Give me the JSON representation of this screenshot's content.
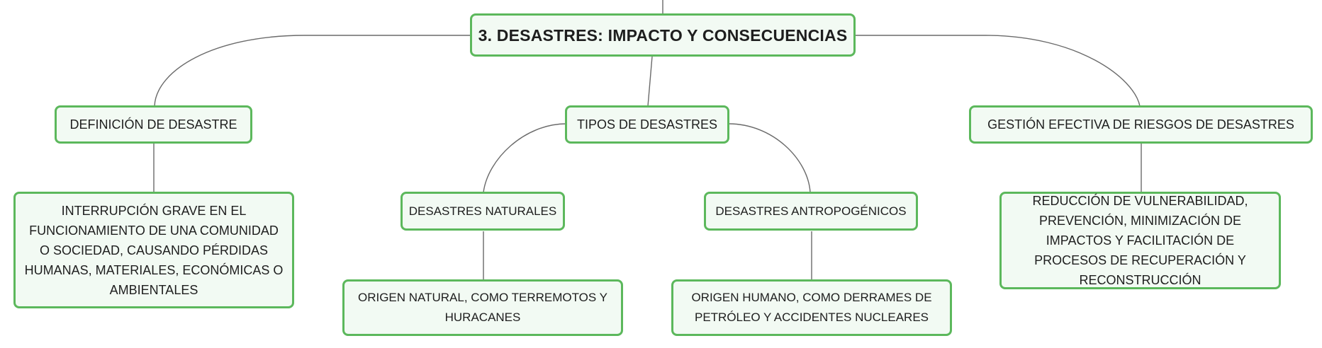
{
  "diagram": {
    "title": "3. DESASTRES: IMPACTO Y CONSECUENCIAS",
    "branches": {
      "definicion": {
        "label": "DEFINICIÓN DE DESASTRE",
        "detail": "INTERRUPCIÓN GRAVE EN EL FUNCIONAMIENTO DE UNA COMUNIDAD O SOCIEDAD, CAUSANDO PÉRDIDAS HUMANAS, MATERIALES, ECONÓMICAS O AMBIENTALES"
      },
      "tipos": {
        "label": "TIPOS DE DESASTRES",
        "naturales": {
          "label": "DESASTRES NATURALES",
          "detail": "ORIGEN NATURAL, COMO TERREMOTOS Y HURACANES"
        },
        "antropogenicos": {
          "label": "DESASTRES ANTROPOGÉNICOS",
          "detail": "ORIGEN HUMANO, COMO DERRAMES DE PETRÓLEO Y ACCIDENTES NUCLEARES"
        }
      },
      "gestion": {
        "label": "GESTIÓN EFECTIVA DE RIESGOS DE DESASTRES",
        "detail": "REDUCCIÓN DE VULNERABILIDAD, PREVENCIÓN, MINIMIZACIÓN DE IMPACTOS Y FACILITACIÓN DE PROCESOS DE RECUPERACIÓN Y RECONSTRUCCIÓN"
      }
    }
  }
}
